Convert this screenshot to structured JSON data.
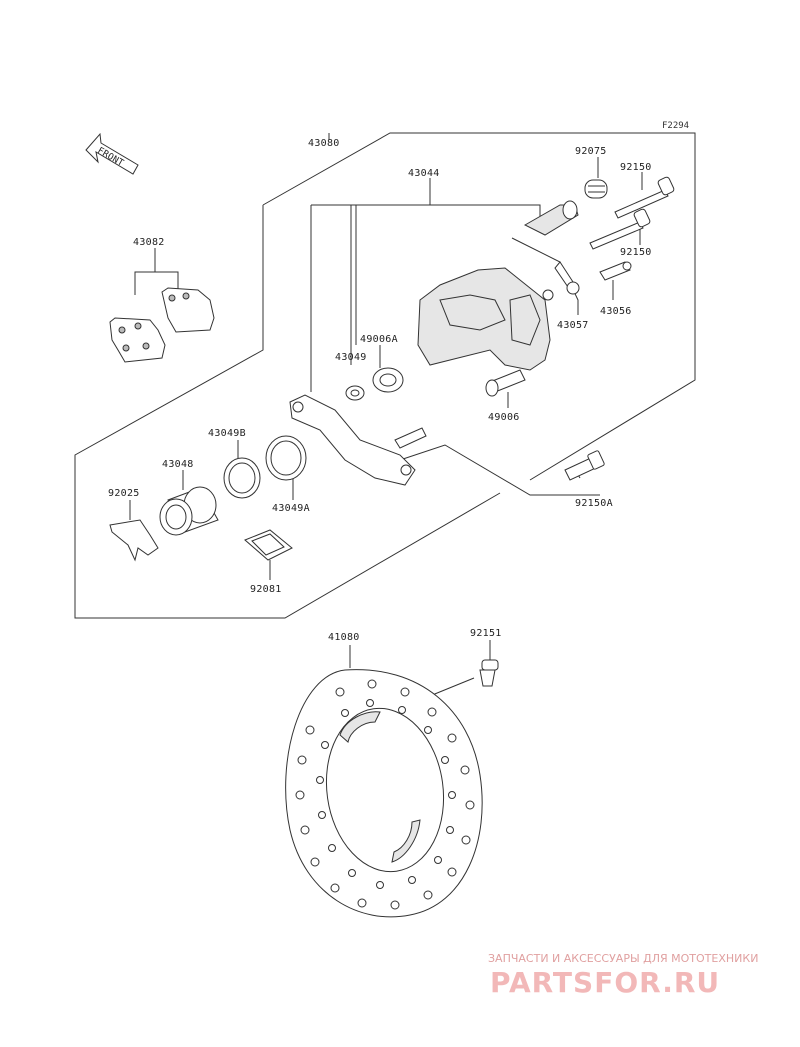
{
  "figure_ref": "F2294",
  "front_arrow_label": "FRONT",
  "parts": {
    "p43080": "43080",
    "p43044": "43044",
    "p92075": "92075",
    "p92150_a": "92150",
    "p92150_b": "92150",
    "p43082": "43082",
    "p43056": "43056",
    "p43057": "43057",
    "p49006A": "49006A",
    "p43049": "43049",
    "p49006": "49006",
    "p43049B": "43049B",
    "p43048": "43048",
    "p92025": "92025",
    "p43049A": "43049A",
    "p92150A": "92150A",
    "p92081": "92081",
    "p41080": "41080",
    "p92151": "92151"
  },
  "watermark": {
    "tagline": "ЗАПЧАСТИ И АКСЕССУАРЫ ДЛЯ МОТОТЕХНИКИ",
    "brand": "PARTSFOR.RU"
  }
}
